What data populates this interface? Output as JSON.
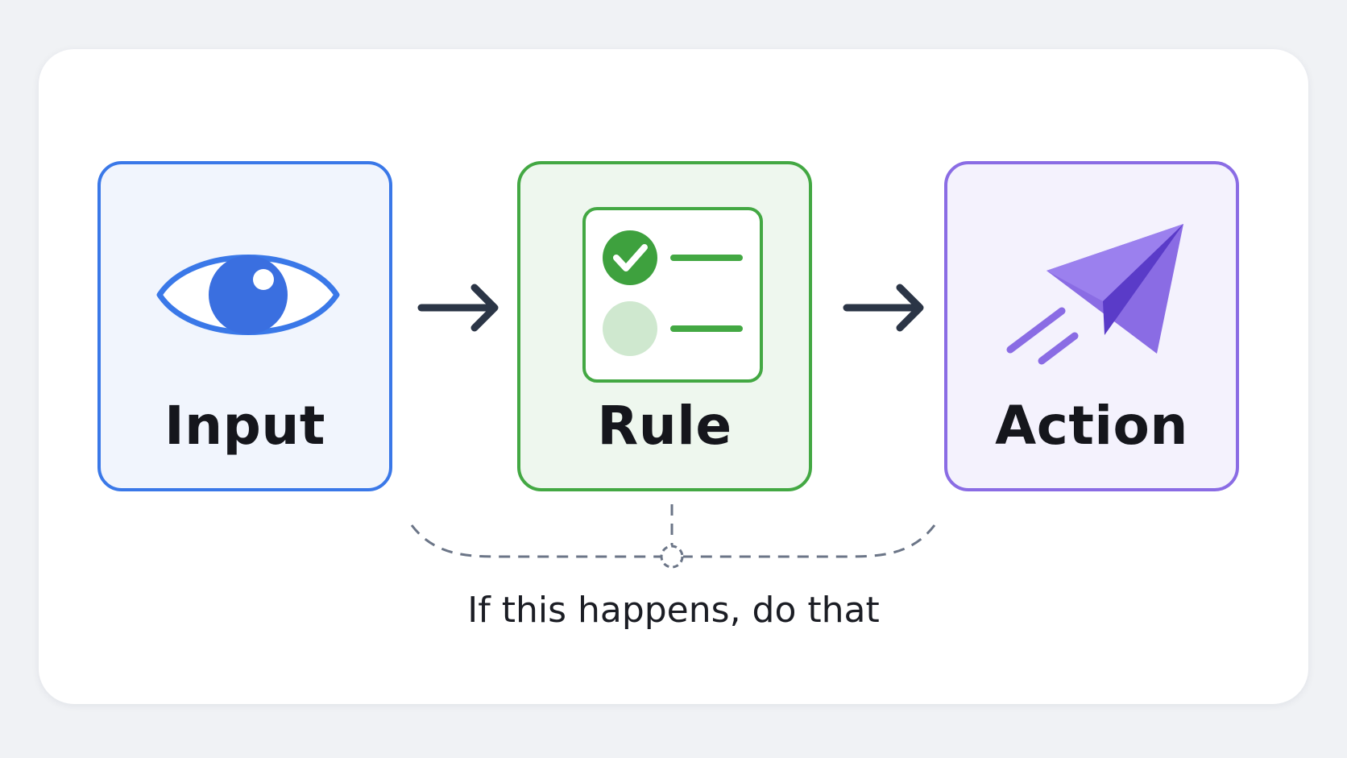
{
  "nodes": {
    "input": {
      "label": "Input",
      "icon": "eye-icon",
      "color": "#3a78e8"
    },
    "rule": {
      "label": "Rule",
      "icon": "checklist-icon",
      "color": "#43a843"
    },
    "action": {
      "label": "Action",
      "icon": "paper-plane-icon",
      "color": "#8a6ce4"
    }
  },
  "caption": "If this happens, do that",
  "colors": {
    "background": "#f0f2f5",
    "card": "#ffffff",
    "arrow": "#2b3546",
    "bracket": "#6b7587",
    "label_text": "#15161c"
  }
}
